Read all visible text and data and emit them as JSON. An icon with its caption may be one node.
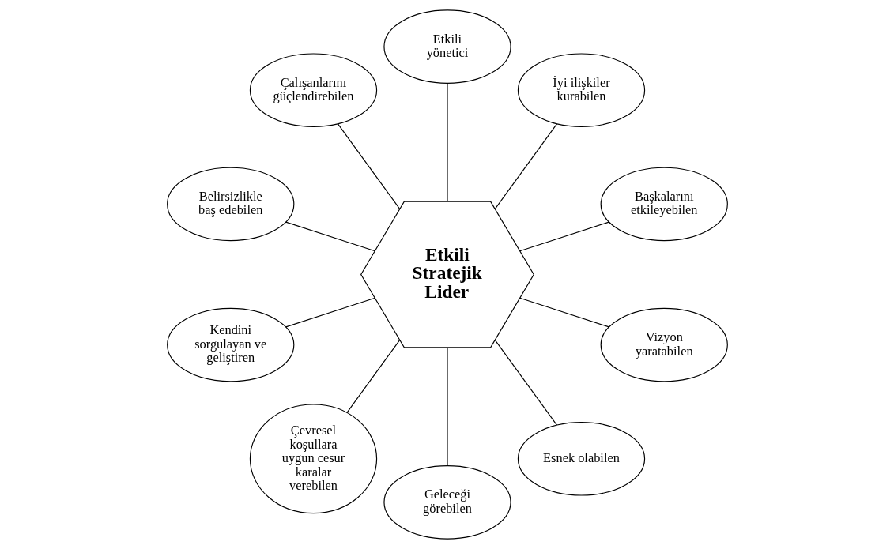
{
  "diagram": {
    "nodes": [
      {
        "text": [
          "Etkili Stratejik Lider"
        ]
      },
      {
        "text": [
          "Başkalarını etkileyebilen"
        ]
      },
      {
        "text": [
          "İyi ilişkiler kurabilen"
        ]
      },
      {
        "text": [
          "Etkili yönetici"
        ]
      },
      {
        "text": [
          "Çalışanlarını güçlendirebilen"
        ]
      },
      {
        "text": [
          "Belirsizlikle baş edebilen"
        ]
      },
      {
        "text": [
          "Kendini sorgulayan ve geliştiren"
        ]
      },
      {
        "text": [
          "Çevresel koşullara uygun cesur karalar verebilen"
        ]
      },
      {
        "text": [
          "Geleceği görebilen"
        ]
      },
      {
        "text": [
          "Esnek olabilen"
        ]
      },
      {
        "text": [
          "Vizyon yaratabilen"
        ]
      }
    ],
    "edges": [
      {
        "from": 0,
        "to": 3,
        "arrow": "none"
      },
      {
        "from": 0,
        "to": 4,
        "arrow": "none"
      },
      {
        "from": 0,
        "to": 6,
        "arrow": "none"
      },
      {
        "from": 0,
        "to": 8,
        "arrow": "none"
      },
      {
        "from": 0,
        "to": 10,
        "arrow": "none"
      },
      {
        "from": 0,
        "to": 9,
        "arrow": "none"
      },
      {
        "from": 0,
        "to": 7,
        "arrow": "none"
      },
      {
        "from": 0,
        "to": 5,
        "arrow": "none"
      },
      {
        "from": 0,
        "to": 1,
        "arrow": "none"
      },
      {
        "from": 0,
        "to": 2,
        "arrow": "none"
      }
    ]
  }
}
